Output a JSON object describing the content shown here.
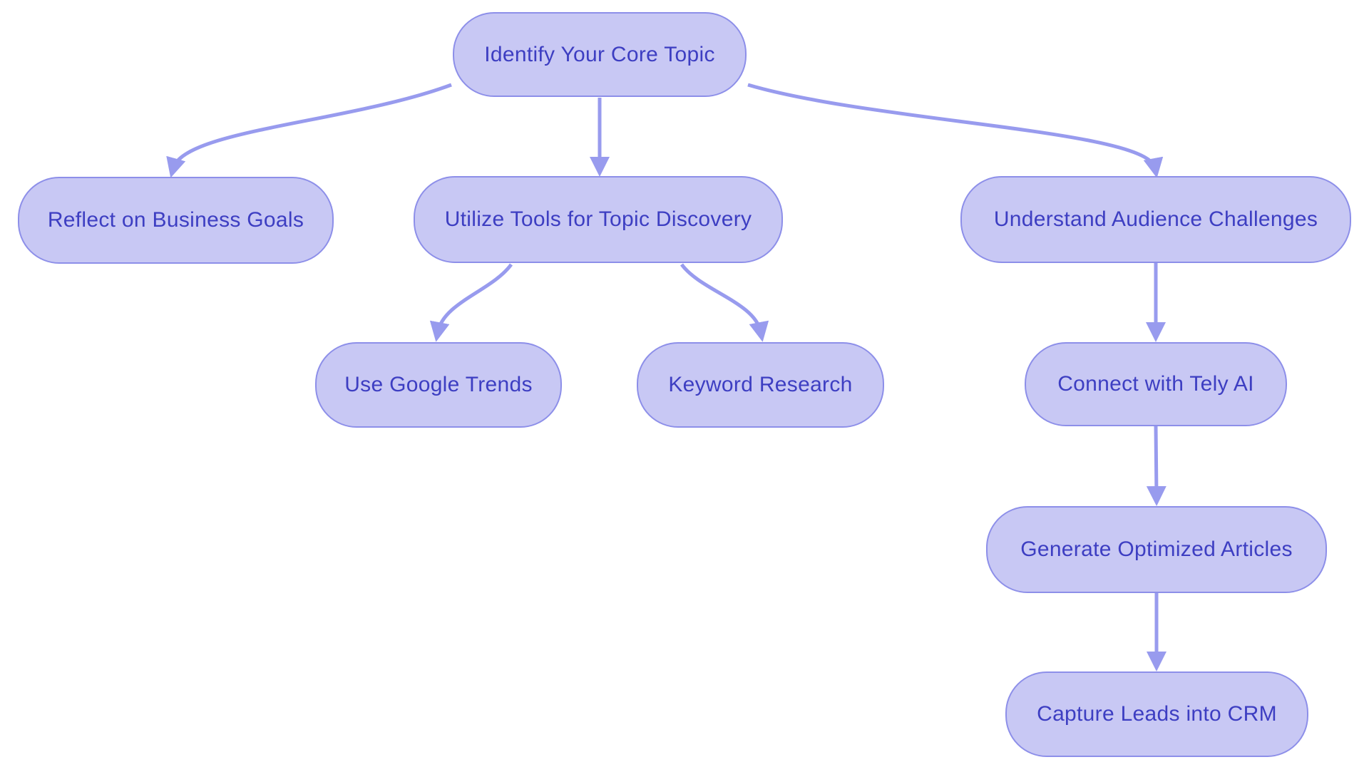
{
  "diagram": {
    "type": "flowchart",
    "colors": {
      "background": "#ffffff",
      "node_fill": "#c8c8f4",
      "node_border": "#8d8fe9",
      "text": "#3d3ec2",
      "arrow": "#989bee"
    },
    "nodes": {
      "identify": {
        "label": "Identify Your Core Topic"
      },
      "reflect": {
        "label": "Reflect on Business Goals"
      },
      "utilize": {
        "label": "Utilize Tools for Topic Discovery"
      },
      "understand": {
        "label": "Understand Audience Challenges"
      },
      "trends": {
        "label": "Use Google Trends"
      },
      "keyword": {
        "label": "Keyword Research"
      },
      "tely": {
        "label": "Connect with Tely AI"
      },
      "generate": {
        "label": "Generate Optimized Articles"
      },
      "capture": {
        "label": "Capture Leads into CRM"
      }
    },
    "edges": [
      {
        "from": "identify",
        "to": "reflect"
      },
      {
        "from": "identify",
        "to": "utilize"
      },
      {
        "from": "identify",
        "to": "understand"
      },
      {
        "from": "utilize",
        "to": "trends"
      },
      {
        "from": "utilize",
        "to": "keyword"
      },
      {
        "from": "understand",
        "to": "tely"
      },
      {
        "from": "tely",
        "to": "generate"
      },
      {
        "from": "generate",
        "to": "capture"
      }
    ]
  }
}
